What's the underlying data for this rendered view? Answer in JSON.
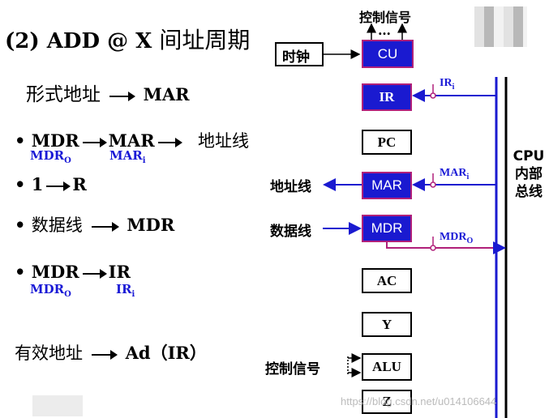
{
  "title": {
    "prefix": "(2) ADD @ X ",
    "cn": "间址周期"
  },
  "steps": [
    {
      "lhs_cn": "形式地址",
      "rhs": "MAR"
    },
    {
      "bullet": "•",
      "a": "MDR",
      "b": "MAR",
      "c_cn": "地址线",
      "sub1": "MDR",
      "sub1_i": "O",
      "sub2": "MAR",
      "sub2_i": "i"
    },
    {
      "bullet": "•",
      "a": "1",
      "b": "R"
    },
    {
      "bullet": "•",
      "a_cn": "数据线",
      "b": "MDR"
    },
    {
      "bullet": "•",
      "a": "MDR",
      "b": "IR",
      "sub1": "MDR",
      "sub1_i": "O",
      "sub2": "IR",
      "sub2_i": "i"
    },
    {
      "a_cn": "有效地址",
      "b": "Ad（IR）"
    }
  ],
  "diagram": {
    "clock_label": "时钟",
    "control_signal_top": "控制信号",
    "dots": "…",
    "registers": [
      "CU",
      "IR",
      "PC",
      "MAR",
      "MDR",
      "AC",
      "Y",
      "ALU",
      "Z"
    ],
    "address_bus": "地址线",
    "data_bus": "数据线",
    "control_signal_left": "控制信号",
    "ir_signal": {
      "base": "IR",
      "sub": "i"
    },
    "mar_signal": {
      "base": "MAR",
      "sub": "i"
    },
    "mdr_signal": {
      "base": "MDR",
      "sub": "O"
    },
    "cpu_bus": "CPU内部总线"
  },
  "watermark": "https://blog.csdn.net/u014106644",
  "colors": {
    "register_blue": "#1a1ad0",
    "signal_blue": "#1a1ad6",
    "border_magenta": "#b0207a"
  }
}
